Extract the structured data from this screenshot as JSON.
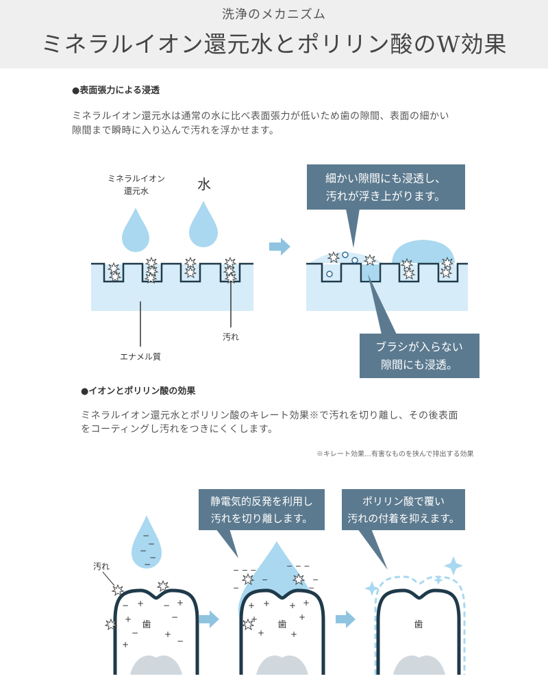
{
  "header": {
    "subtitle": "洗浄のメカニズム",
    "title": "ミネラルイオン還元水とポリリン酸のW効果"
  },
  "section1": {
    "heading": "●表面張力による浸透",
    "body_line1": "ミネラルイオン還元水は通常の水に比べ表面張力が低いため歯の隙間、表面の細かい",
    "body_line2": "隙間まで瞬時に入り込んで汚れを浮かせます。"
  },
  "diagram1": {
    "label_mineral_line1": "ミネラルイオン",
    "label_mineral_line2": "還元水",
    "label_water": "水",
    "label_enamel": "エナメル質",
    "label_dirt": "汚れ",
    "callout_top_line1": "細かい隙間にも浸透し、",
    "callout_top_line2": "汚れが浮き上がります。",
    "callout_bottom_line1": "ブラシが入らない",
    "callout_bottom_line2": "隙間にも浸透。"
  },
  "section2": {
    "heading": "●イオンとポリリン酸の効果",
    "body_line1": "ミネラルイオン還元水とポリリン酸のキレート効果※で汚れを切り離し、その後表面",
    "body_line2": "をコーティングし汚れをつきにくくします。",
    "note": "※キレート効果…有害なものを挟んで排出する効果"
  },
  "diagram2": {
    "label_dirt": "汚れ",
    "label_tooth": "歯",
    "callout1_line1": "静電気的反発を利用し",
    "callout1_line2": "汚れを切り離します。",
    "callout2_line1": "ポリリン酸で覆い",
    "callout2_line2": "汚れの付着を抑えます。"
  },
  "colors": {
    "header_bg": "#efefef",
    "callout_bg": "#5c7a8f",
    "water_light": "#d6ecf8",
    "drop_blue": "#a9d8f0",
    "arrow_blue": "#8fc4e0",
    "tooth_outline": "#1f3a4a"
  }
}
